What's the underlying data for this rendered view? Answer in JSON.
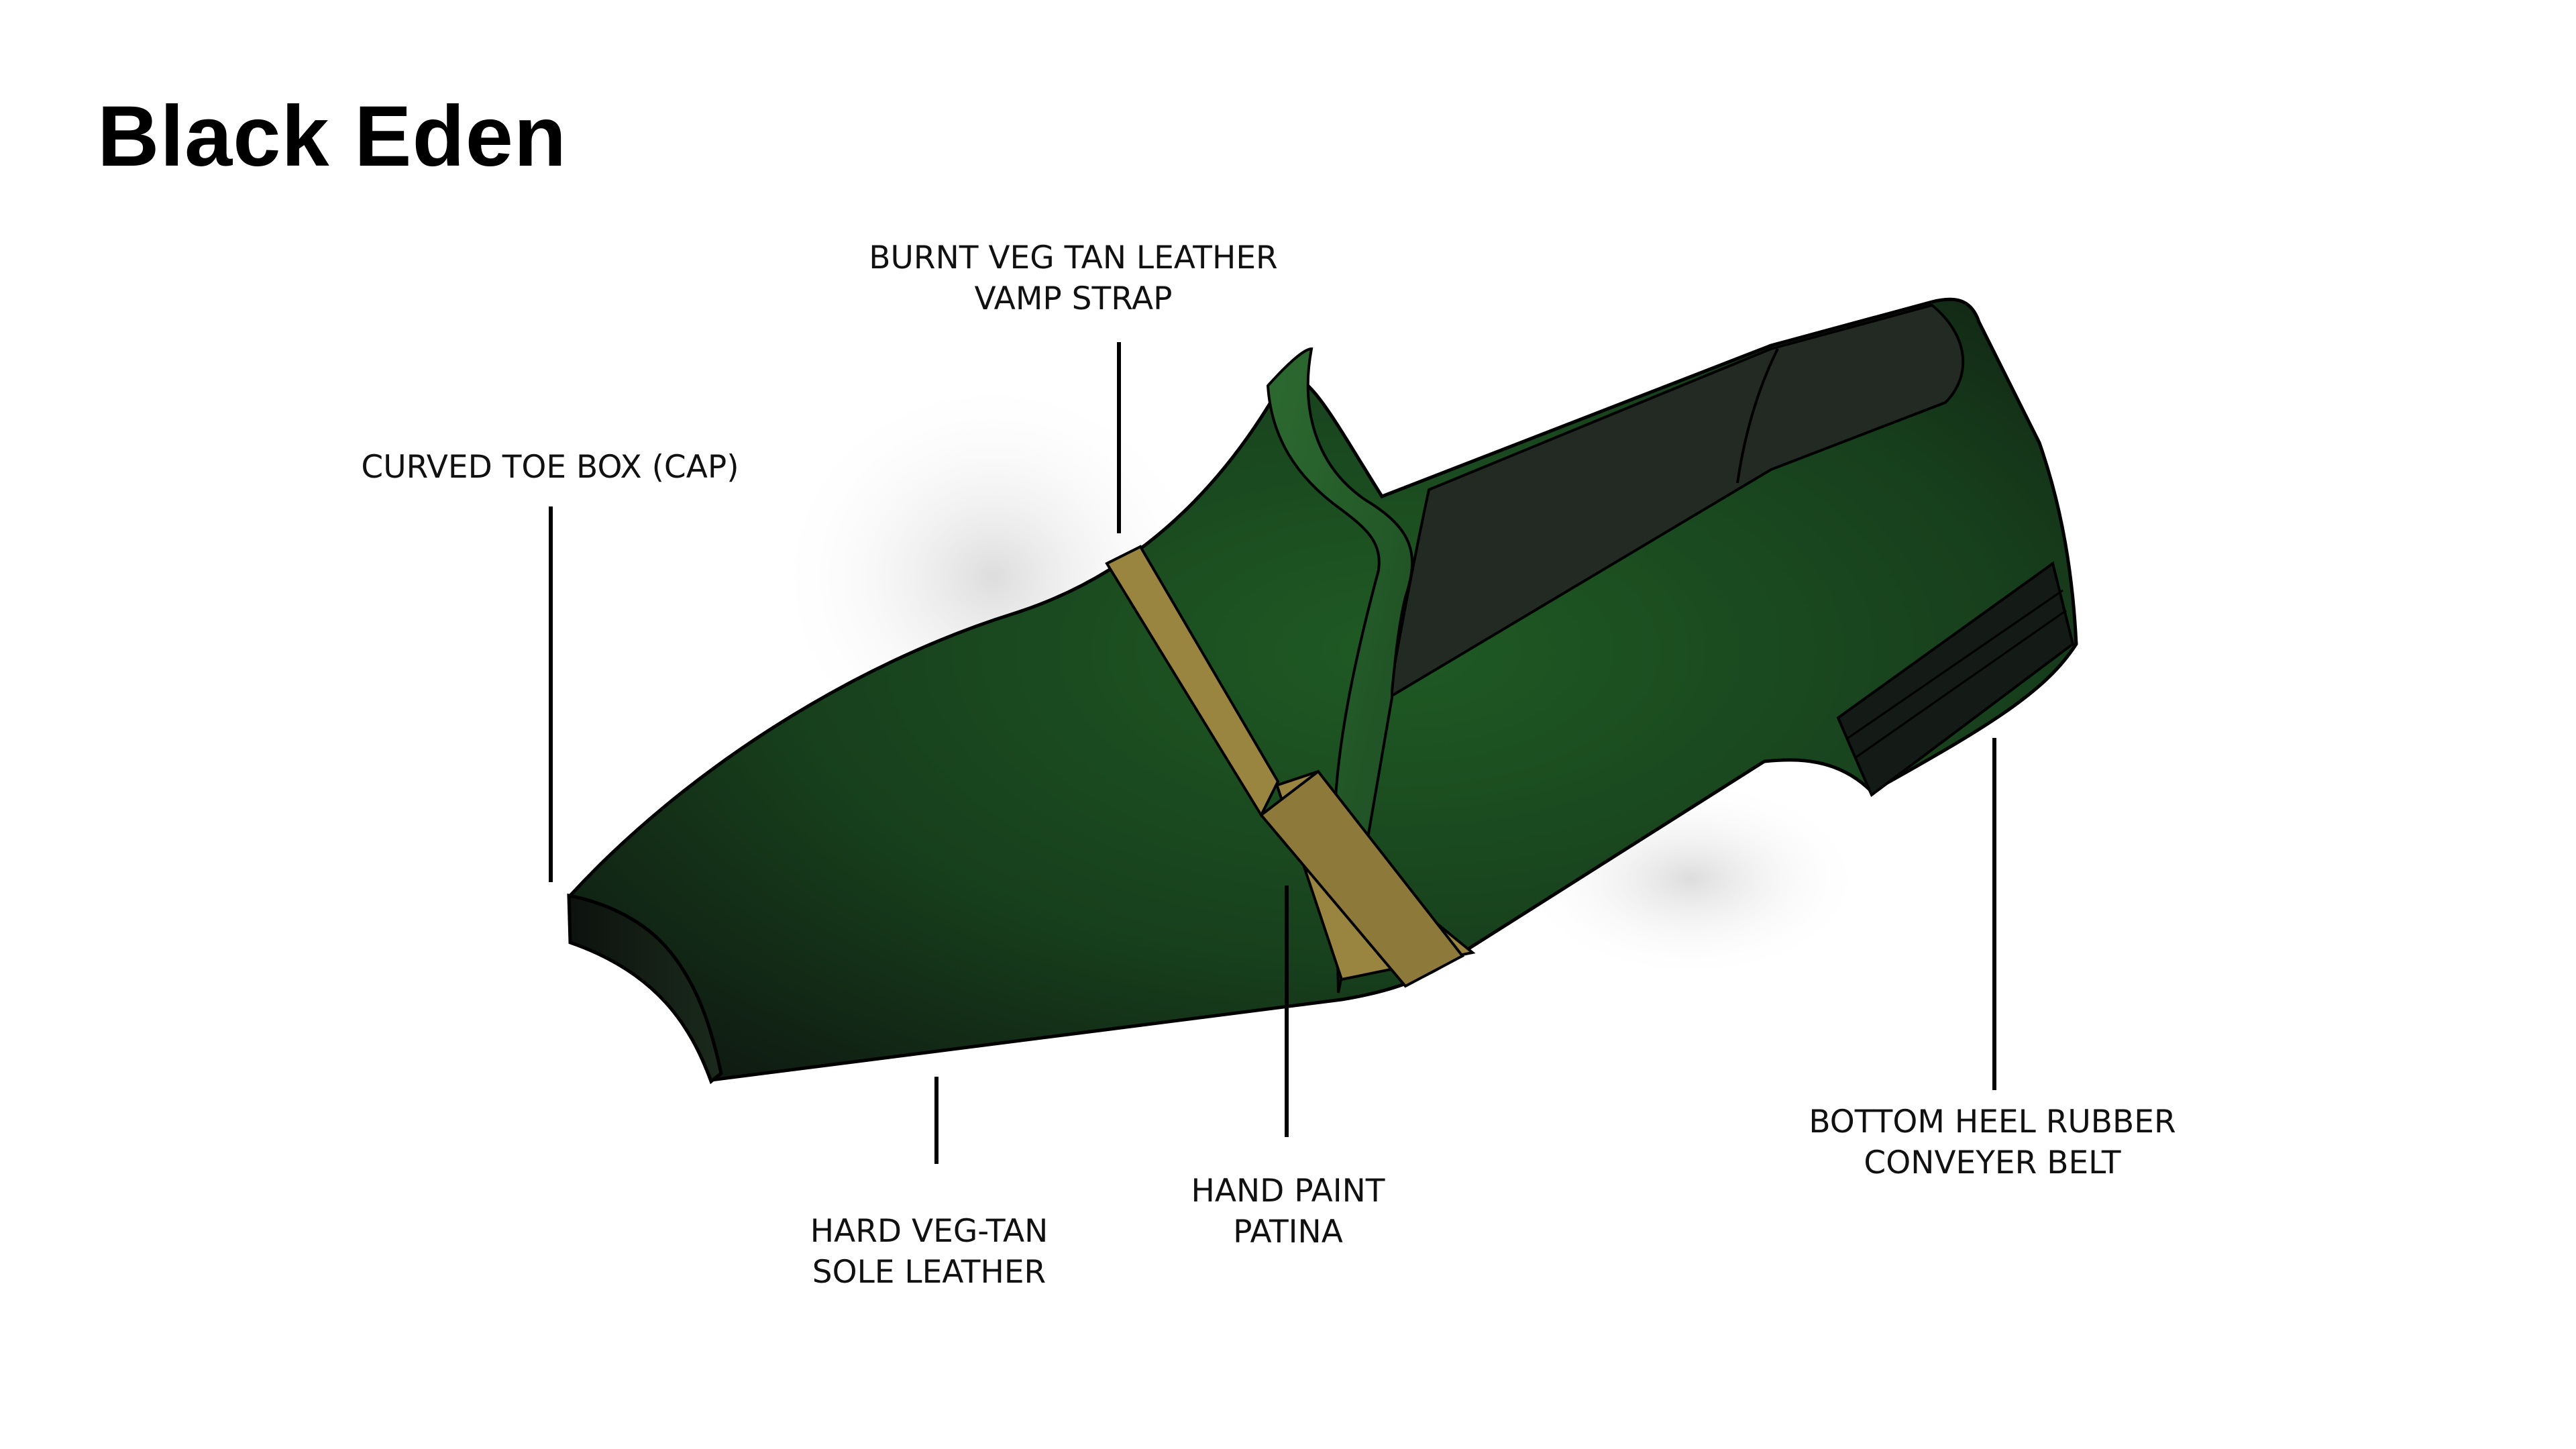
{
  "title": "Black Eden",
  "callouts": {
    "toe_box": {
      "line1": "CURVED TOE BOX (CAP)"
    },
    "vamp_strap": {
      "line1": "BURNT VEG TAN LEATHER",
      "line2": "VAMP STRAP"
    },
    "sole": {
      "line1": "HARD VEG-TAN",
      "line2": "SOLE LEATHER"
    },
    "patina": {
      "line1": "HAND PAINT",
      "line2": "PATINA"
    },
    "heel": {
      "line1": "BOTTOM HEEL RUBBER",
      "line2": "CONVEYER BELT"
    }
  },
  "colors": {
    "leather_green": "#1f5a24",
    "leather_dark": "#121a13",
    "strap_tan": "#9a8540",
    "outline": "#000000"
  }
}
